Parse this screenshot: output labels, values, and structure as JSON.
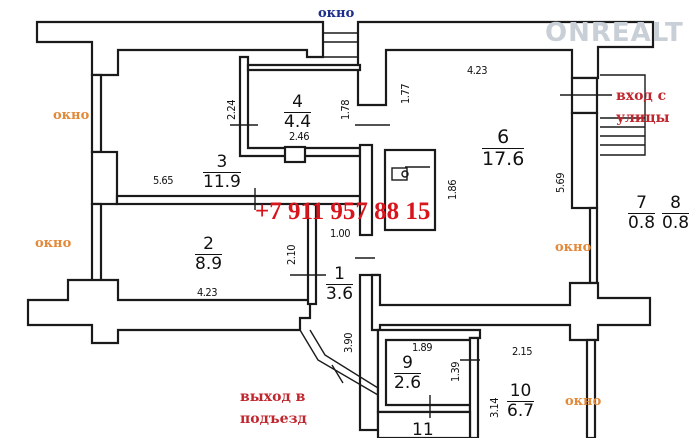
{
  "watermark": "ONREALT",
  "phone": "+7 911 957 88 15",
  "window_label_top": "окно",
  "window_labels": [
    "окно",
    "окно",
    "окно",
    "окно"
  ],
  "entrance_street": [
    "вход с",
    "улицы"
  ],
  "exit_entrance": [
    "выход в",
    "подъезд"
  ],
  "rooms": [
    {
      "number": "1",
      "area": "3.6"
    },
    {
      "number": "2",
      "area": "8.9"
    },
    {
      "number": "3",
      "area": "11.9"
    },
    {
      "number": "4",
      "area": "4.4"
    },
    {
      "number": "6",
      "area": "17.6"
    },
    {
      "number": "7",
      "area": "0.8"
    },
    {
      "number": "8",
      "area": "0.8"
    },
    {
      "number": "9",
      "area": "2.6"
    },
    {
      "number": "10",
      "area": "6.7"
    },
    {
      "number": "11",
      "area": ""
    }
  ],
  "dimensions": {
    "r3_width": "5.65",
    "r3_height": "2.24",
    "r4_width": "2.46",
    "r4_height": "1.78",
    "r6_height_left": "1.77",
    "r6_width": "4.23",
    "r6_height": "5.69",
    "wc_height": "1.86",
    "r1_width": "1.00",
    "r2_height": "2.10",
    "r2_width": "4.23",
    "corridor": "3.90",
    "r9_width": "1.89",
    "r9_height": "1.39",
    "r10_width": "2.15",
    "r10_height": "3.14"
  }
}
